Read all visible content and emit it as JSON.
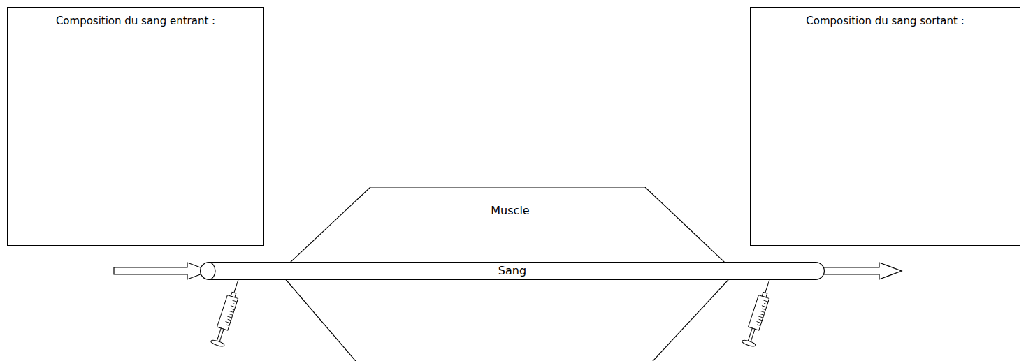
{
  "diagram": {
    "nodes": [
      {
        "text": [
          "Composition du sang entrant :"
        ]
      },
      {
        "text": [
          "Composition du sang sortant :"
        ]
      },
      {
        "text": [
          "Muscle"
        ]
      },
      {
        "text": [
          "Sang"
        ]
      }
    ]
  }
}
